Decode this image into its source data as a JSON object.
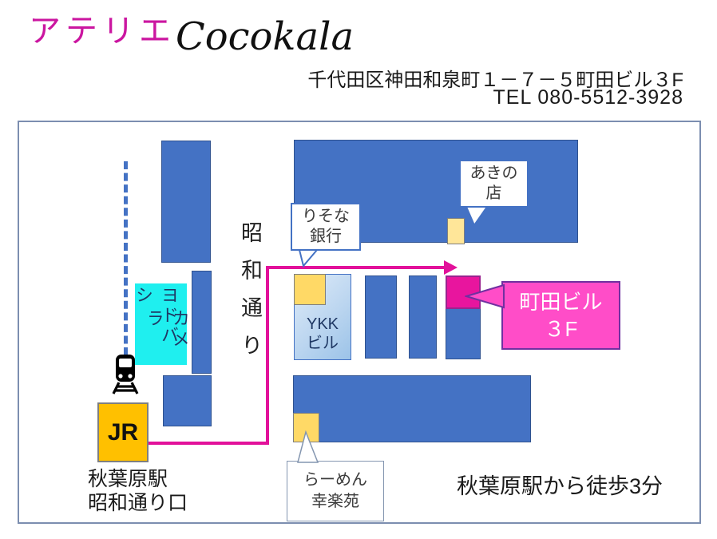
{
  "header": {
    "title_jp": "アテリエ",
    "title_en": "Cocokala",
    "address": "千代田区神田和泉町１－７－５町田ビル３F",
    "tel": "TEL 080-5512-3928"
  },
  "map": {
    "street_label": "昭和通り",
    "walk_note": "秋葉原駅から徒歩3分",
    "station": {
      "line1": "秋葉原駅",
      "line2": "昭和通り口"
    },
    "jr_label": "JR",
    "yodobashi": {
      "col_right": "ヨドバシ",
      "col_left": "カメラ"
    },
    "ykk": {
      "line1": "YKK",
      "line2": "ビル"
    },
    "callouts": {
      "akino": {
        "line1": "あきの",
        "line2": "店"
      },
      "risona": {
        "line1": "りそな",
        "line2": "銀行"
      },
      "machida": {
        "line1": "町田ビル",
        "line2": "３F"
      },
      "ramen": {
        "line1": "らーめん",
        "line2": "幸楽苑"
      }
    }
  },
  "colors": {
    "title_magenta": "#CB16A0",
    "building_blue": "#4472C4",
    "building_border": "#2F528F",
    "route_pink": "#E2119A",
    "cyan_fill": "#1FEFEF",
    "navy_text": "#1F3864",
    "jr_orange": "#FFC000",
    "jr_border": "#7F7F7F",
    "marker_yellow": "#FFD966",
    "marker_yellow_light": "#FFE699",
    "marker_border": "#7F7F7F",
    "machida_magenta": "#E8159E",
    "machida_border": "#99248E",
    "callout_pink": "#FF4DC8",
    "callout_pink_border": "#7030A0",
    "callout_blue_border": "#4472C4",
    "slate_border": "#8496B0",
    "map_border": "#7C8EB0",
    "ykk_border": "#4472C4",
    "text_dark": "#3A3A3A"
  }
}
